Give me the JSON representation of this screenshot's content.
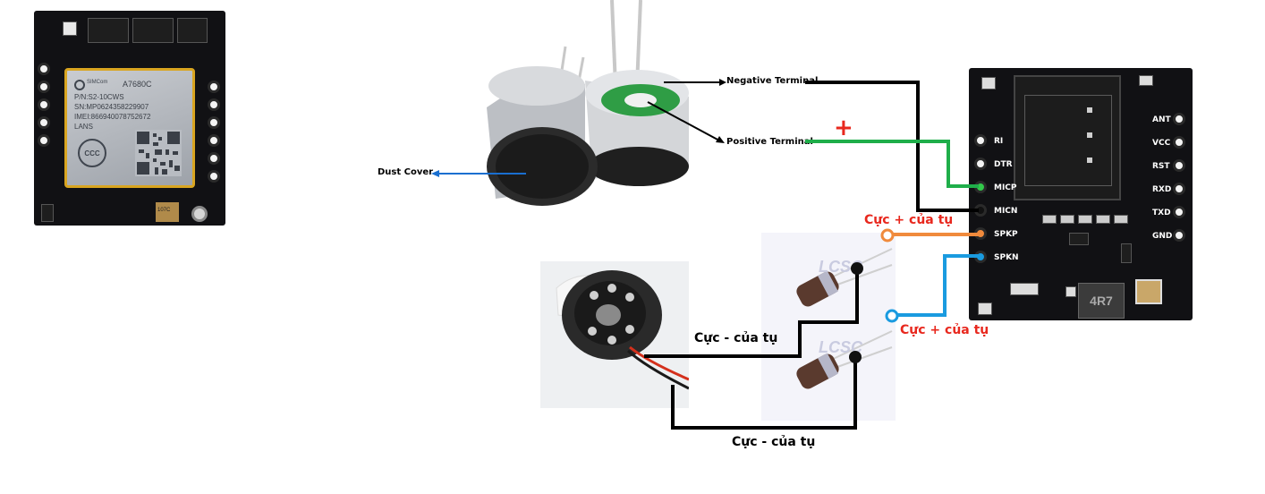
{
  "module_left": {
    "chip_name": "A7680C",
    "pn": "P/N:S2-10CWS",
    "sn": "SN:MP0624358229907",
    "imei": "IMEI:866940078752672",
    "lans": "LANS",
    "brand": "SIMCom",
    "cert": "CCC",
    "part_code": "107C"
  },
  "microphone": {
    "negative_label": "Negative Terminal",
    "positive_label": "Positive Terminal",
    "dust_label": "Dust Cover",
    "plus_sign": "+"
  },
  "board_right": {
    "left_pins": [
      "RI",
      "DTR",
      "MICP",
      "MICN",
      "SPKP",
      "SPKN"
    ],
    "right_pins": [
      "ANT",
      "VCC",
      "RST",
      "RXD",
      "TXD",
      "GND"
    ],
    "inductor_label": "4R7"
  },
  "capacitors": {
    "top_plus_label": "Cực + của tụ",
    "bottom_plus_label": "Cực + của tụ",
    "top_minus_label": "Cực - của tụ",
    "bottom_minus_label": "Cực - của tụ",
    "watermark": "LCSC"
  },
  "colors": {
    "negative_wire": "#000000",
    "positive_wire": "#1fae4a",
    "spkp_wire": "#f08a3c",
    "spkn_wire": "#1a9be0",
    "plus_text": "#e8281e",
    "label_arrow": "#000000",
    "dust_arrow": "#1a6fd0"
  }
}
